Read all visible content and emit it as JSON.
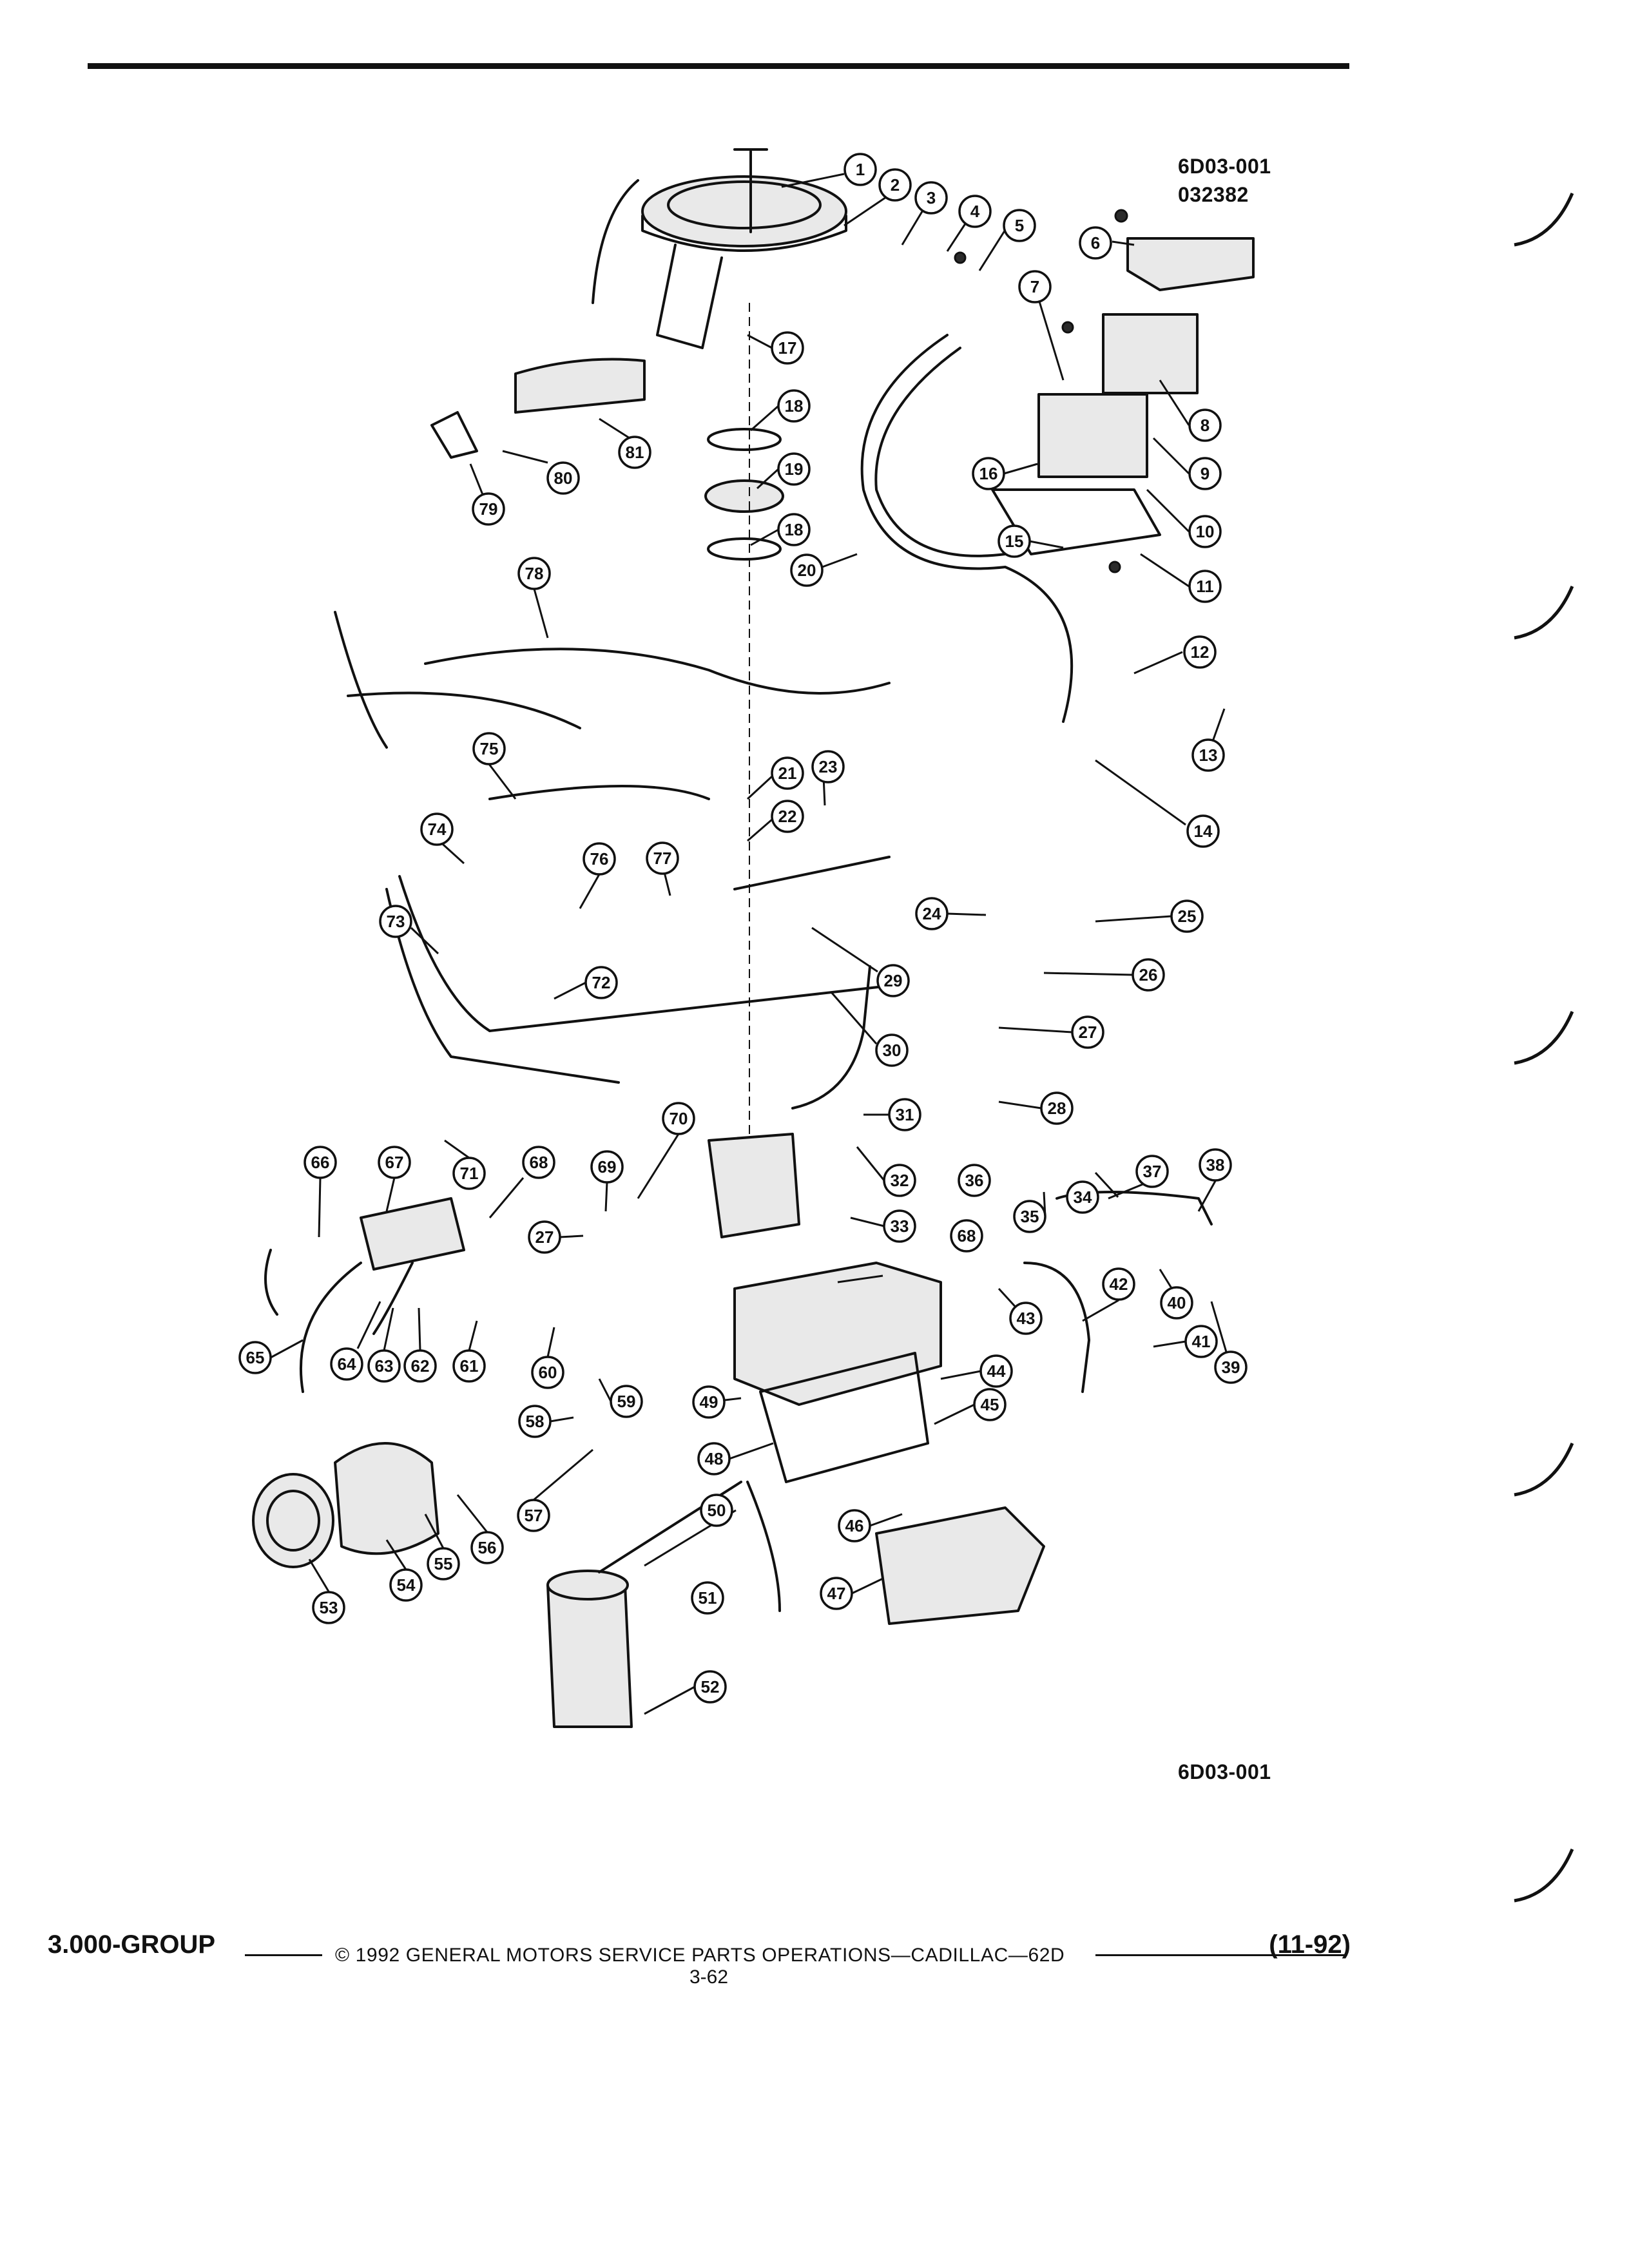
{
  "figure": {
    "id_top": "6D03-001",
    "id_secondary": "032382",
    "id_bottom": "6D03-001"
  },
  "callouts": [
    "1",
    "2",
    "3",
    "4",
    "5",
    "6",
    "7",
    "8",
    "9",
    "10",
    "11",
    "12",
    "13",
    "14",
    "15",
    "16",
    "17",
    "18",
    "18",
    "19",
    "20",
    "21",
    "22",
    "23",
    "24",
    "25",
    "26",
    "27",
    "27",
    "28",
    "29",
    "30",
    "31",
    "32",
    "33",
    "34",
    "35",
    "36",
    "37",
    "38",
    "39",
    "40",
    "41",
    "42",
    "43",
    "44",
    "45",
    "46",
    "47",
    "48",
    "49",
    "50",
    "51",
    "52",
    "53",
    "54",
    "55",
    "56",
    "57",
    "58",
    "59",
    "60",
    "61",
    "62",
    "63",
    "64",
    "65",
    "66",
    "67",
    "68",
    "68",
    "69",
    "70",
    "71",
    "72",
    "73",
    "74",
    "75",
    "76",
    "77",
    "78",
    "79",
    "80",
    "81"
  ],
  "footer": {
    "group": "3.000-GROUP",
    "copyright": "© 1992 GENERAL MOTORS SERVICE PARTS OPERATIONS—CADILLAC—62D",
    "page": "3-62",
    "date": "(11-92)"
  }
}
